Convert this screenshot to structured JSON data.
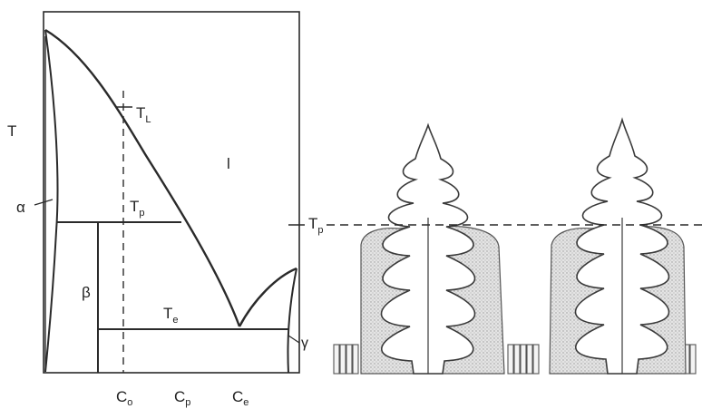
{
  "phase_diagram": {
    "axis_label": "T",
    "labels": {
      "liquidus_temp": "T",
      "liquidus_temp_sub": "L",
      "peritectic_temp": "T",
      "peritectic_temp_sub": "p",
      "eutectic_temp": "T",
      "eutectic_temp_sub": "e",
      "liquid": "l",
      "alpha": "α",
      "beta": "β",
      "gamma": "γ"
    },
    "ticks": [
      {
        "main": "C",
        "sub": "o"
      },
      {
        "main": "C",
        "sub": "p"
      },
      {
        "main": "C",
        "sub": "e"
      }
    ]
  },
  "dendrites": {
    "peritectic_label": "T",
    "peritectic_label_sub": "p"
  }
}
